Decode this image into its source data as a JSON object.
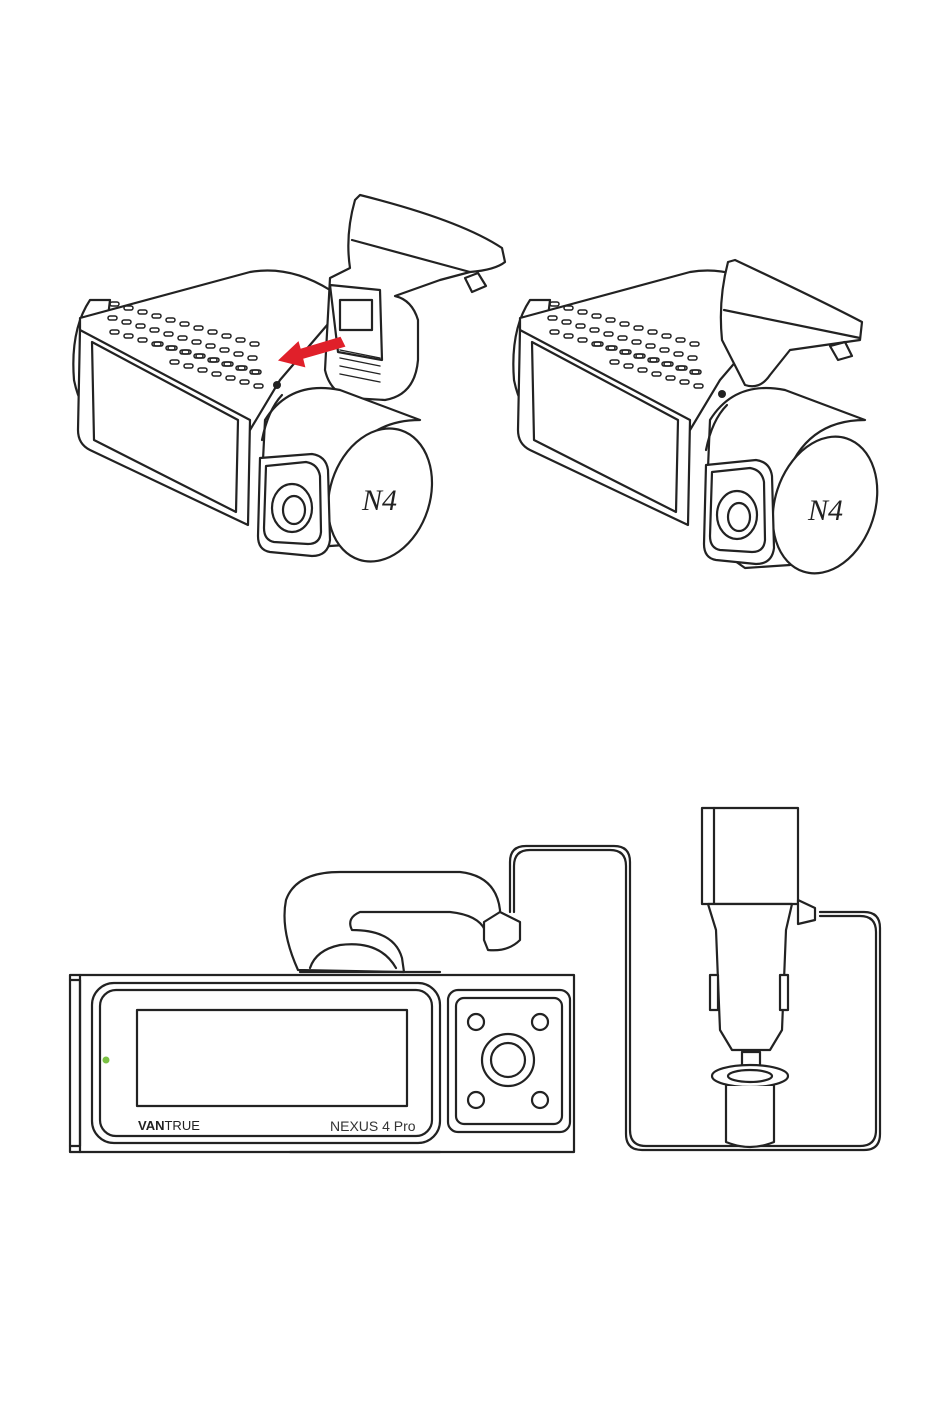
{
  "colors": {
    "line": "#222222",
    "arrow": "#e0202a",
    "led": "#7ac143",
    "background": "#ffffff"
  },
  "figure1": {
    "logo_left": "N4",
    "logo_right": "N4"
  },
  "figure2": {
    "brand_bold": "VAN",
    "brand_light": "TRUE",
    "model": "NEXUS 4 Pro"
  }
}
